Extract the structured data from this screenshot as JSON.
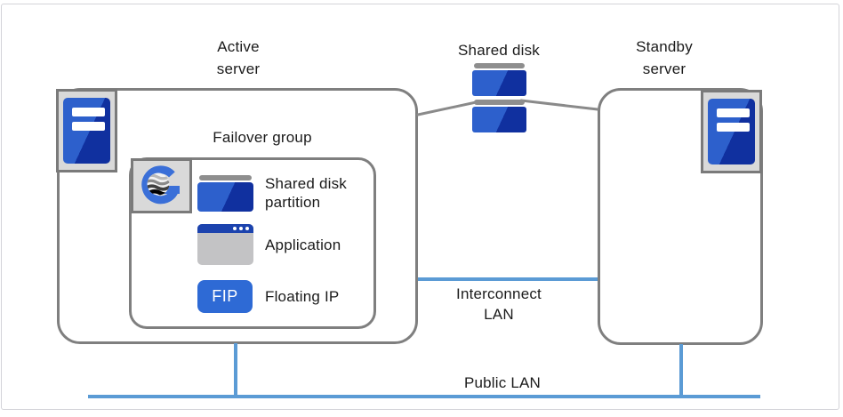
{
  "diagram": {
    "labels": {
      "active_server": "Active server",
      "shared_disk": "Shared disk",
      "standby_server": "Standby server",
      "failover_group": "Failover group",
      "interconnect_lan": "Interconnect LAN",
      "public_lan": "Public LAN"
    },
    "failover_items": [
      {
        "icon": "disk-partition-icon",
        "label": "Shared disk partition"
      },
      {
        "icon": "application-window-icon",
        "label": "Application"
      },
      {
        "icon": "floating-ip-badge",
        "label": "Floating IP",
        "badge": "FIP"
      }
    ],
    "colors": {
      "icon_blue_light": "#2d60cc",
      "icon_blue_dark": "#10309f",
      "fip_blue": "#2e6ad5",
      "app_titlebar_blue": "#1c43ae",
      "lan_line_blue": "#5b9bd5",
      "connector_gray": "#8a8a8a",
      "box_border_gray": "#7f7f7f",
      "icon_bg_gray": "#d9d9d9",
      "disk_cap_gray": "#8e8e8e"
    }
  }
}
